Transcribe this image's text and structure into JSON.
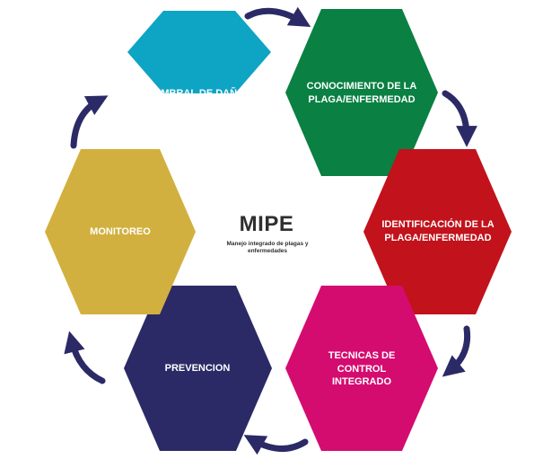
{
  "center": {
    "title": "MIPE",
    "subtitle": "Manejo integrado de plagas y enfermedades"
  },
  "steps": [
    {
      "label": "UMBRAL DE DAÑO",
      "color": "#0ea4c4"
    },
    {
      "label": "CONOCIMIENTO DE LA\nPLAGA/ENFERMEDAD",
      "color": "#0a8043"
    },
    {
      "label": "IDENTIFICACIÓN DE LA\nPLAGA/ENFERMEDAD",
      "color": "#c2121b"
    },
    {
      "label": "TECNICAS DE\nCONTROL\nINTEGRADO",
      "color": "#d40c70"
    },
    {
      "label": "PREVENCION",
      "color": "#2b2a66"
    },
    {
      "label": "MONITOREO",
      "color": "#d2b03f"
    }
  ],
  "arrow_color": "#2b2a66"
}
